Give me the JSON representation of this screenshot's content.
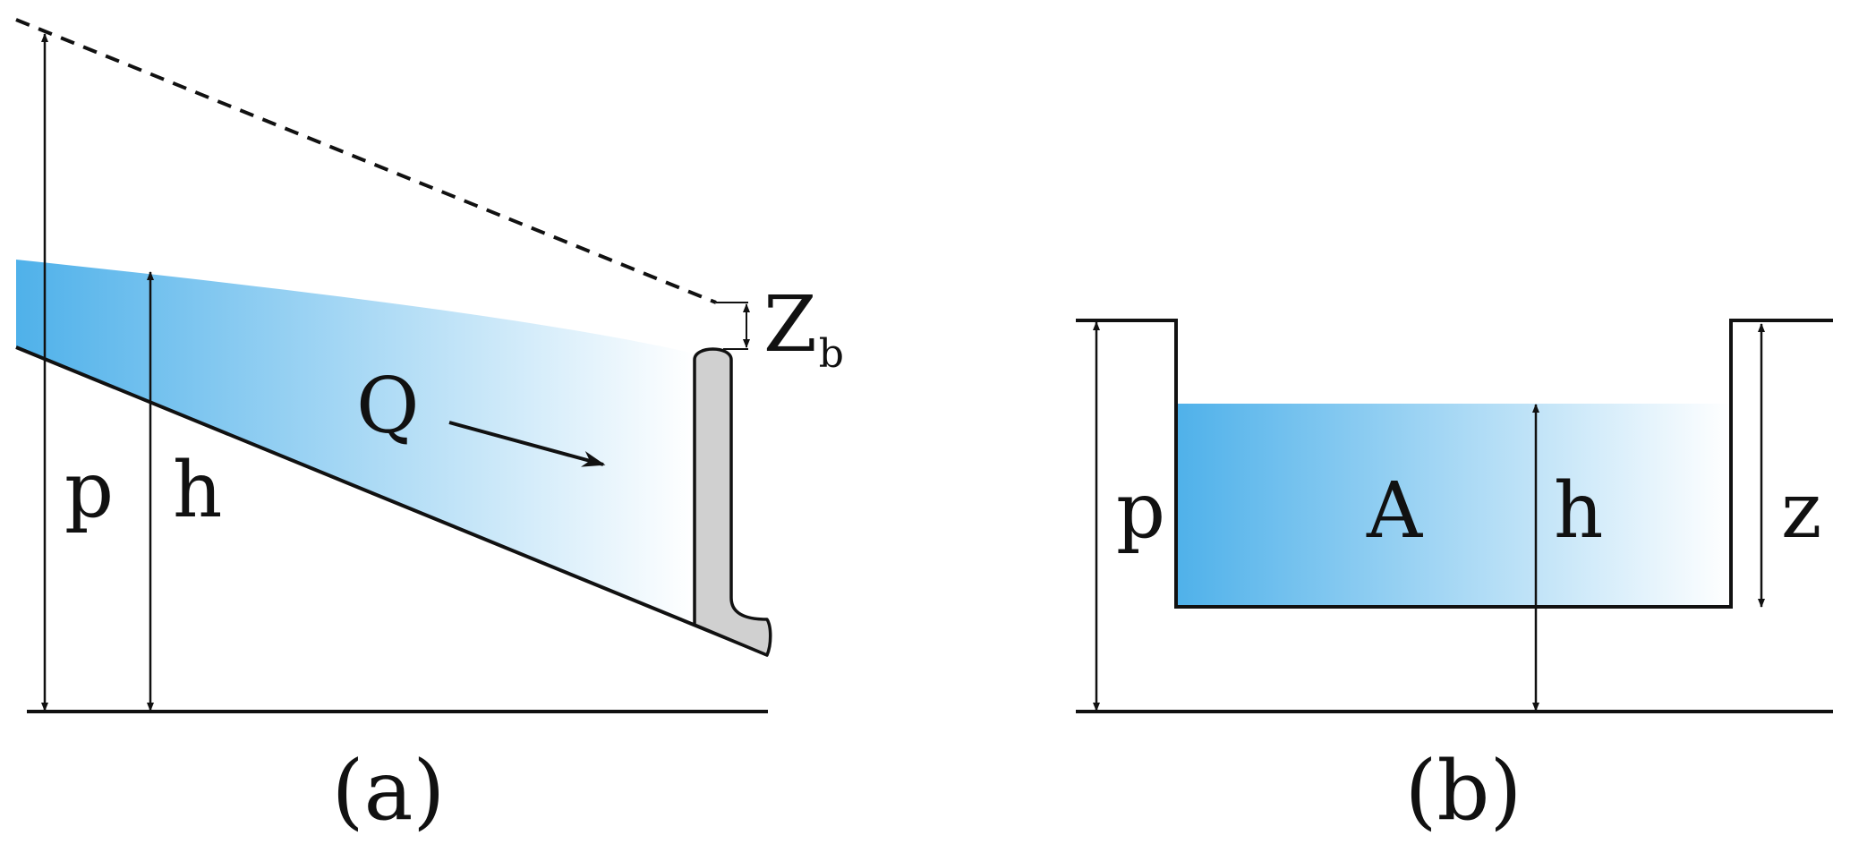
{
  "panel_a": {
    "caption": "(a)",
    "labels": {
      "p": "p",
      "h": "h",
      "q": "Q",
      "zb_main": "Z",
      "zb_sub": "b"
    }
  },
  "panel_b": {
    "caption": "(b)",
    "labels": {
      "p": "p",
      "a": "A",
      "h": "h",
      "z": "z"
    }
  },
  "colors": {
    "water_deep": "#4fb1ea",
    "water_light": "#ffffff",
    "ink": "#111111",
    "wall": "#d0d0d0"
  }
}
